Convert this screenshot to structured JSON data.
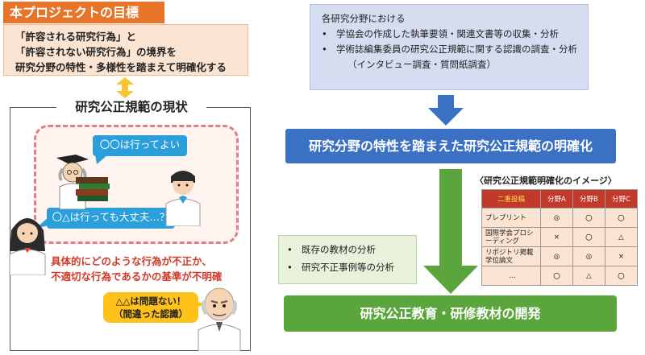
{
  "goal": {
    "title": "本プロジェクトの目標",
    "lines": [
      "「許容される研究行為」と",
      "「許容されない研究行為」の境界を",
      "研究分野の特性・多様性を踏まえて明確化する"
    ]
  },
  "current": {
    "title": "研究公正規範の現状",
    "bubble_ok": "〇〇は行ってよい",
    "bubble_question": "〇△は行っても大丈夫…？",
    "warning_lines": [
      "具体的にどのような行為が不正か、",
      "不適切な行為であるかの基準が不明確"
    ],
    "wrong_lines": [
      "△△は問題ない！",
      "（間違った認識）"
    ]
  },
  "survey": {
    "heading": "各研究分野における",
    "items": [
      "学協会の作成した執筆要領・関連文書等の収集・分析",
      "学術誌編集委員の研究公正規範に関する認識の調査・分析"
    ],
    "note": "（インタビュー調査・質問紙調査）",
    "bullet": "•"
  },
  "clarify": "研究分野の特性を踏まえた研究公正規範の明確化",
  "analysis": {
    "items": [
      "既存の教材の分析",
      "研究不正事例等の分析"
    ],
    "bullet": "•"
  },
  "material": "研究公正教育・研修教材の開発",
  "image": {
    "caption": "〈研究公正規範明確化のイメージ〉",
    "headers": [
      "二重投稿",
      "分野A",
      "分野B",
      "分野C"
    ],
    "rows": [
      {
        "label": "プレプリント",
        "cells": [
          "◎",
          "〇",
          "〇"
        ]
      },
      {
        "label": "国際学会プロシーディング",
        "cells": [
          "×",
          "〇",
          "△"
        ]
      },
      {
        "label": "リポジトリ掲載学位論文",
        "cells": [
          "◎",
          "◎",
          "×"
        ]
      },
      {
        "label": "…",
        "cells": [
          "〇",
          "△",
          "〇"
        ]
      }
    ]
  },
  "colors": {
    "orange": "#E8742A",
    "peach": "#FCE4D2",
    "blue": "#3B71C4",
    "light_blue": "#D6DDF1",
    "green": "#5AA63C",
    "light_green": "#E8F1DA",
    "red": "#D33A2A",
    "pink_dashed": "#E77B85"
  }
}
